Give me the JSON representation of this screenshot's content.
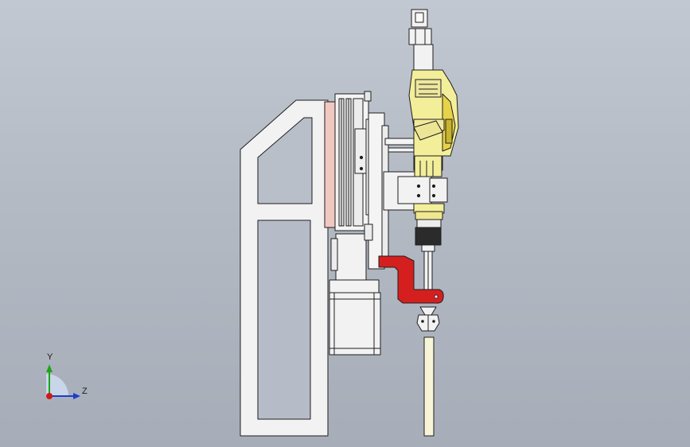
{
  "triad": {
    "y_label": "Y",
    "z_label": "Z",
    "y_color": "#1aa51a",
    "z_color": "#1c3ec8",
    "x_color": "#d01818"
  },
  "colors": {
    "background_top": "#c2c8d2",
    "background_bottom": "#a7adb8",
    "frame": "#f2f2f2",
    "outline": "#1e1e1e",
    "back_plate": "#f0c8c0",
    "tool_body": "#f3ee9a",
    "red_bracket": "#d51f1f",
    "dark_part": "#2b2b2b"
  },
  "model": {
    "name_icons": [
      "support-frame",
      "motor",
      "linear-rail",
      "screwdriver",
      "red-bracket",
      "screw-feeder-nozzle",
      "feed-tube"
    ]
  }
}
